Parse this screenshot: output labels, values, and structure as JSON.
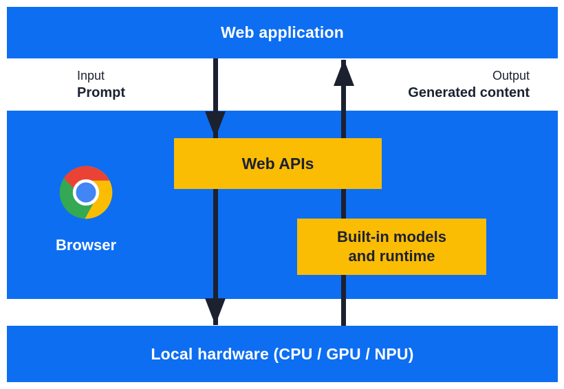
{
  "colors": {
    "section_blue": "#0d6ef2",
    "accent_yellow": "#fbbc04",
    "arrow_dark": "#1c2130",
    "text_on_blue": "#ffffff",
    "logo_red": "#ea4335",
    "logo_yellow": "#fbbc04",
    "logo_green": "#34a853",
    "logo_blue": "#4285f4"
  },
  "top_bar": {
    "label": "Web application"
  },
  "annotations": {
    "input": {
      "line1": "Input",
      "line2": "Prompt"
    },
    "output": {
      "line1": "Output",
      "line2": "Generated content"
    }
  },
  "browser": {
    "label": "Browser",
    "logo_icon": "chrome-logo"
  },
  "boxes": {
    "web_apis": {
      "label": "Web APIs"
    },
    "builtin": {
      "line1": "Built-in models",
      "line2": "and runtime"
    }
  },
  "bottom_bar": {
    "label": "Local hardware (CPU / GPU / NPU)"
  }
}
